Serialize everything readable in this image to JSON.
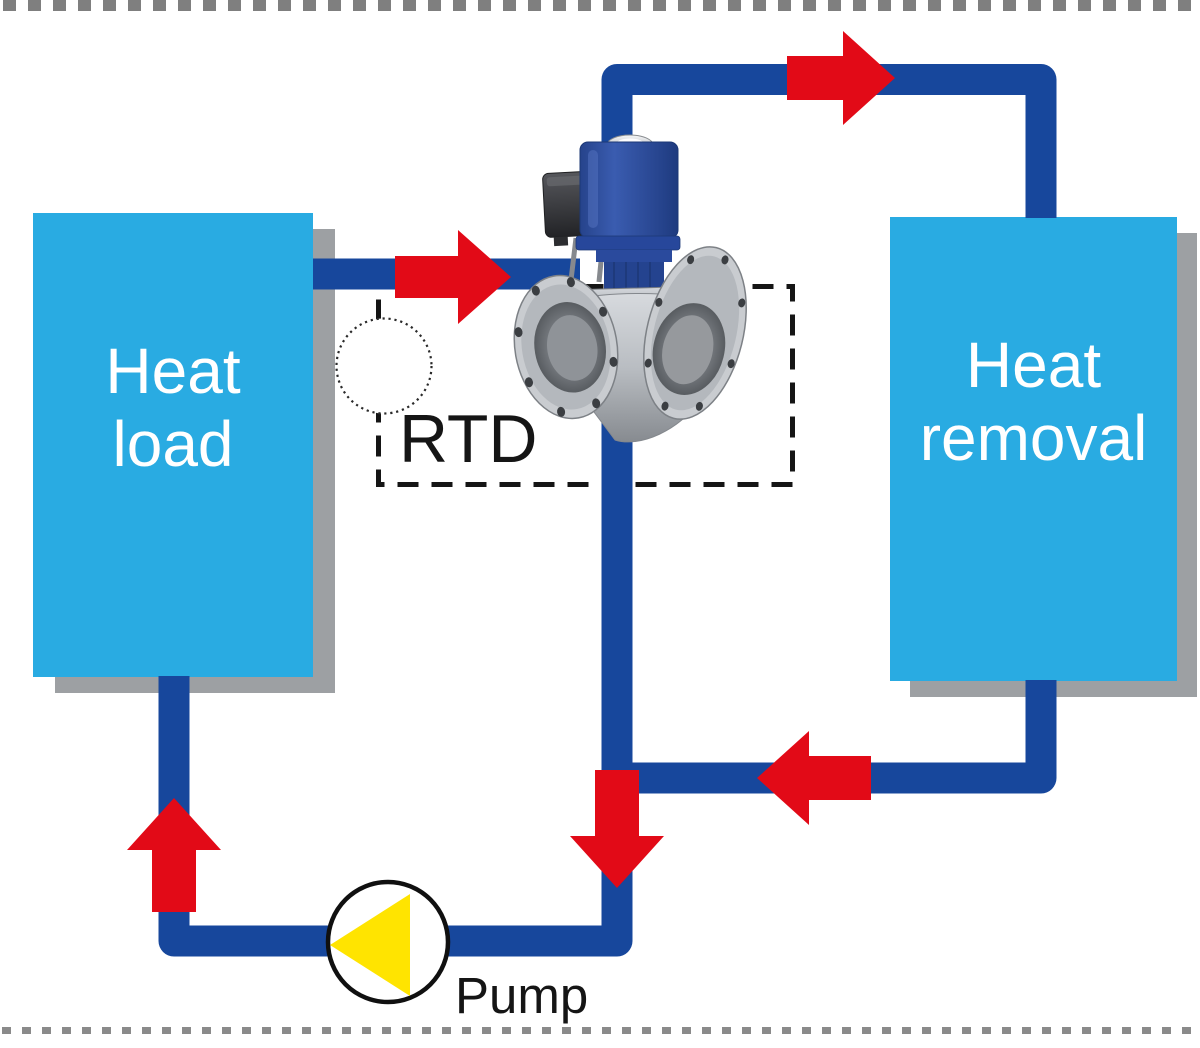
{
  "boxes": {
    "heat_load": {
      "line1": "Heat",
      "line2": "load"
    },
    "heat_removal": {
      "line1": "Heat",
      "line2": "removal"
    }
  },
  "labels": {
    "rtd": "RTD",
    "pump": "Pump"
  },
  "colors": {
    "box-cyan": "#29abe2",
    "box-shadow": "#9da0a3",
    "pipe-blue": "#17479c",
    "arrow-red": "#e20a17",
    "pump-yellow": "#ffe400",
    "actuator-blue": "#2e4f9f",
    "border-gray": "#7f7f7f",
    "border-gray2": "#8a8a8a",
    "text-black": "#151515",
    "text-white": "#ffffff"
  }
}
